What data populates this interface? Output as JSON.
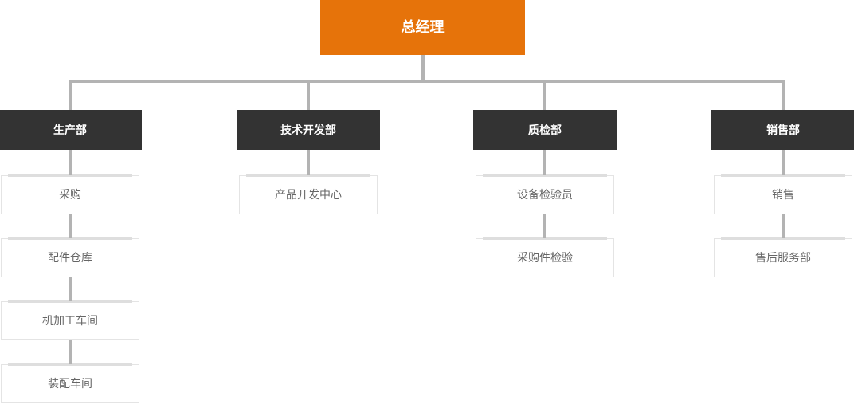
{
  "chart": {
    "root": {
      "label": "总经理"
    },
    "departments": [
      {
        "label": "生产部",
        "children": [
          "采购",
          "配件仓库",
          "机加工车间",
          "装配车间"
        ]
      },
      {
        "label": "技术开发部",
        "children": [
          "产品开发中心"
        ]
      },
      {
        "label": "质检部",
        "children": [
          "设备检验员",
          "采购件检验"
        ]
      },
      {
        "label": "销售部",
        "children": [
          "销售",
          "售后服务部"
        ]
      }
    ],
    "colors": {
      "root_bg": "#e6730a",
      "dept_bg": "#333333",
      "connector": "#b3b3b3",
      "child_border": "#e4e4e4",
      "child_text": "#666666"
    }
  }
}
